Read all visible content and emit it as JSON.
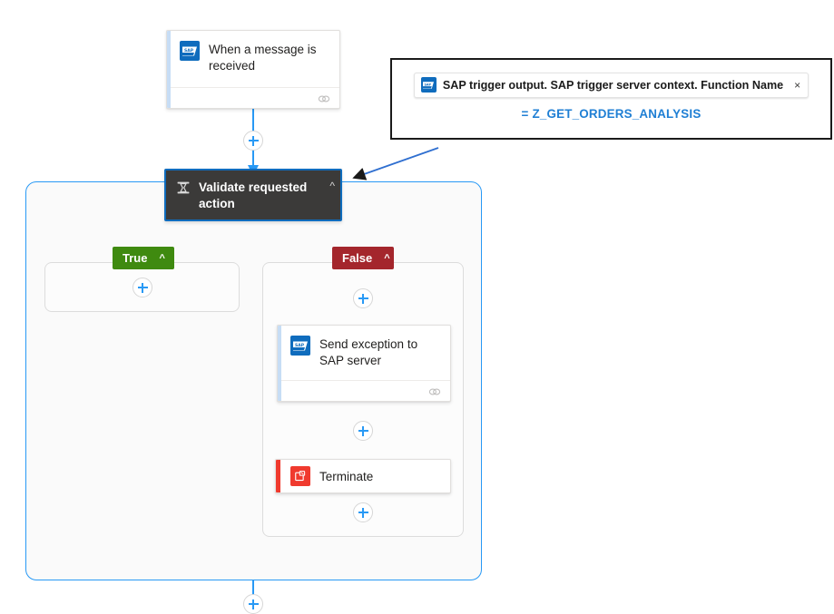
{
  "workflow": {
    "trigger": {
      "name": "When a message is received",
      "icon": "sap-icon",
      "footer_icon": "link-icon"
    },
    "condition": {
      "name": "Validate requested action",
      "icon": "condition-icon",
      "collapse_icon": "chevron-up-icon",
      "selected": true
    },
    "branches": [
      {
        "label": "True",
        "color": "#3f8a10",
        "collapse_icon": "chevron-up-icon",
        "actions": []
      },
      {
        "label": "False",
        "color": "#a4262c",
        "collapse_icon": "chevron-up-icon",
        "actions": [
          {
            "name": "Send exception to SAP server",
            "icon": "sap-icon",
            "footer_icon": "link-icon",
            "stripe_color": "#c7ddf5"
          },
          {
            "name": "Terminate",
            "icon": "terminate-icon",
            "stripe_color": "#f03a2e"
          }
        ]
      }
    ],
    "add_buttons": [
      {
        "id": "add-after-trigger",
        "label": "+"
      },
      {
        "id": "add-in-true-branch",
        "label": "+"
      },
      {
        "id": "add-before-send-exception",
        "label": "+"
      },
      {
        "id": "add-after-send-exception",
        "label": "+"
      },
      {
        "id": "add-after-terminate",
        "label": "+"
      },
      {
        "id": "add-after-scope",
        "label": "+"
      }
    ]
  },
  "callout": {
    "token_label": "SAP trigger output. SAP trigger server context. Function Name",
    "token_icon": "sap-icon",
    "close_label": "×",
    "value": "= Z_GET_ORDERS_ANALYSIS",
    "value_color": "#1f7fd4",
    "pointer_icon": "arrow-icon"
  },
  "colors": {
    "accent_blue": "#2899f5",
    "sap_blue": "#0f6cbd",
    "selection_blue": "#0f6cbd",
    "true_green": "#3f8a10",
    "false_red": "#a4262c",
    "terminate_red": "#f03a2e",
    "node_dark": "#3b3a39"
  }
}
